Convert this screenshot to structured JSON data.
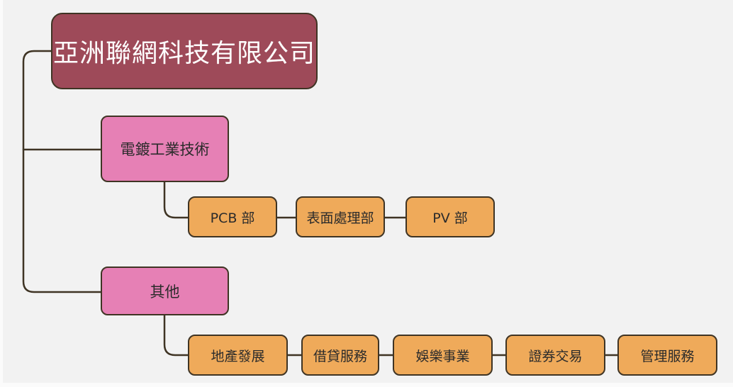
{
  "root": {
    "label": "亞洲聯網科技有限公司"
  },
  "branches": [
    {
      "label": "電鍍工業技術"
    },
    {
      "label": "其他"
    }
  ],
  "leaves_group1": [
    {
      "label": "PCB 部"
    },
    {
      "label": "表面處理部"
    },
    {
      "label": "PV 部"
    }
  ],
  "leaves_group2": [
    {
      "label": "地產發展"
    },
    {
      "label": "借貸服務"
    },
    {
      "label": "娛樂事業"
    },
    {
      "label": "證券交易"
    },
    {
      "label": "管理服務"
    }
  ],
  "colors": {
    "root": "#9e4a59",
    "branch": "#e680b5",
    "leaf": "#efaa5a",
    "connector": "#3f3424"
  }
}
